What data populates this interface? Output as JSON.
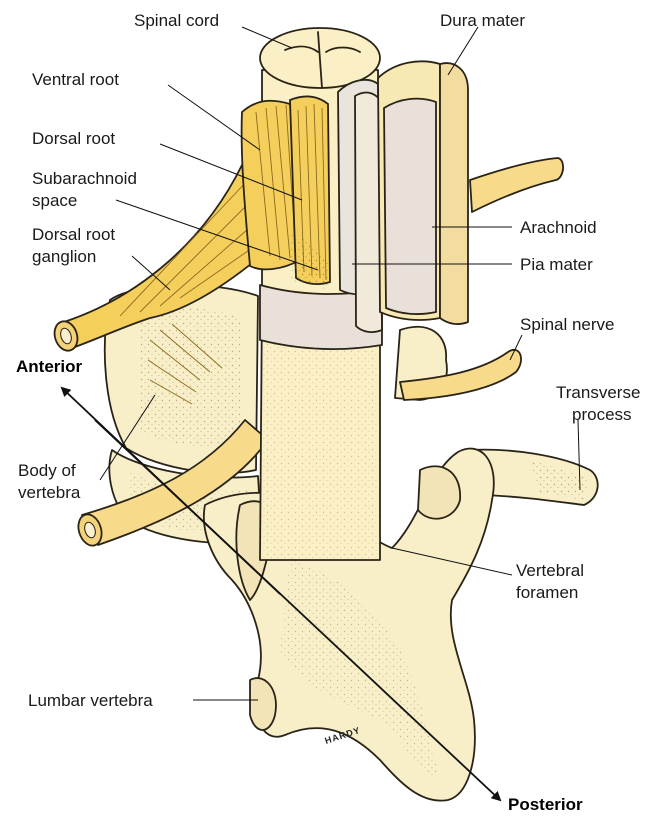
{
  "labels": {
    "spinal_cord": "Spinal cord",
    "dura_mater": "Dura mater",
    "ventral_root": "Ventral root",
    "dorsal_root": "Dorsal root",
    "subarachnoid_1": "Subarachnoid",
    "subarachnoid_2": "space",
    "dorsal_root_ganglion_1": "Dorsal root",
    "dorsal_root_ganglion_2": "ganglion",
    "arachnoid": "Arachnoid",
    "pia_mater": "Pia mater",
    "spinal_nerve": "Spinal nerve",
    "anterior": "Anterior",
    "transverse_process_1": "Transverse",
    "transverse_process_2": "process",
    "body_of_vertebra_1": "Body of",
    "body_of_vertebra_2": "vertebra",
    "vertebral_foramen_1": "Vertebral",
    "vertebral_foramen_2": "foramen",
    "lumbar_vertebra": "Lumbar vertebra",
    "posterior": "Posterior"
  },
  "signature": "HARDY",
  "colors": {
    "bone": "#f8eec8",
    "nerve": "#f7db8a",
    "root": "#f5cf5c",
    "meninges": "#eae0da",
    "outline": "#2a2418"
  }
}
